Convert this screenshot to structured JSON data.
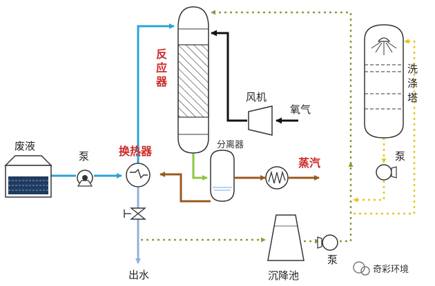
{
  "labels": {
    "waste_liquid": "废液",
    "pump_1": "泵",
    "heat_exchanger": "换热器",
    "reactor": "反应器",
    "blower": "风机",
    "oxygen": "氧气",
    "separator": "分离器",
    "steam": "蒸汽",
    "scrubber": "洗涤塔",
    "pump_2": "泵",
    "settling_tank": "沉降池",
    "pump_3": "泵",
    "outlet_water": "出水",
    "watermark": "奇彩环境"
  },
  "colors": {
    "waste_line": "#29a3d4",
    "reactor_feed": "#29a3d4",
    "oxygen_line": "#111111",
    "reactor_out": "#8dc63f",
    "hot_return": "#9a5a1e",
    "steam_line": "#9a5a1e",
    "recycle_dotted": "#8a9a3a",
    "scrubber_dotted": "#e8c61a",
    "outlet_water": "#8fb2d9",
    "equipment_stroke": "#333333",
    "accent_red": "#cc2a2a"
  },
  "icons": {
    "valve": "valve-icon",
    "heat_exchanger": "heat-exchanger-icon",
    "steam_coil": "coil-icon",
    "watermark": "wechat-icon"
  }
}
